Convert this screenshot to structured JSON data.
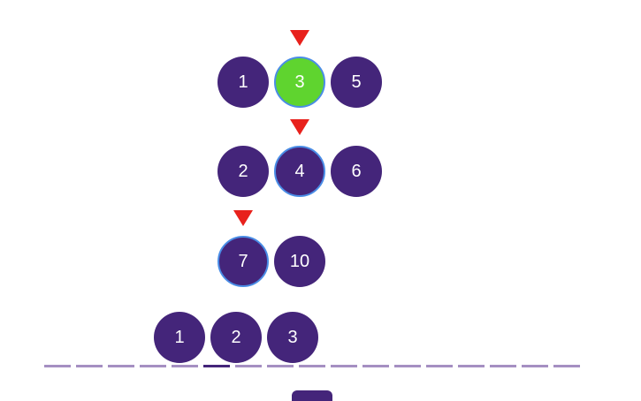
{
  "colors": {
    "node_fill": "#44257a",
    "node_active_fill": "#5fd42f",
    "node_outline": "#4a8de6",
    "pointer": "#e8211c",
    "dash": "#a58fc2",
    "dash_active": "#44257a"
  },
  "lists": [
    {
      "name": "list-a",
      "values": [
        "1",
        "3",
        "5"
      ],
      "pointer_index": 1,
      "active_index": 1
    },
    {
      "name": "list-b",
      "values": [
        "2",
        "4",
        "6"
      ],
      "pointer_index": 1,
      "active_index": null
    },
    {
      "name": "list-c",
      "values": [
        "7",
        "10"
      ],
      "pointer_index": 0,
      "active_index": null
    }
  ],
  "merged_output": {
    "values": [
      "1",
      "2",
      "3"
    ]
  },
  "progress": {
    "segments": 17,
    "current_segment": 5
  }
}
